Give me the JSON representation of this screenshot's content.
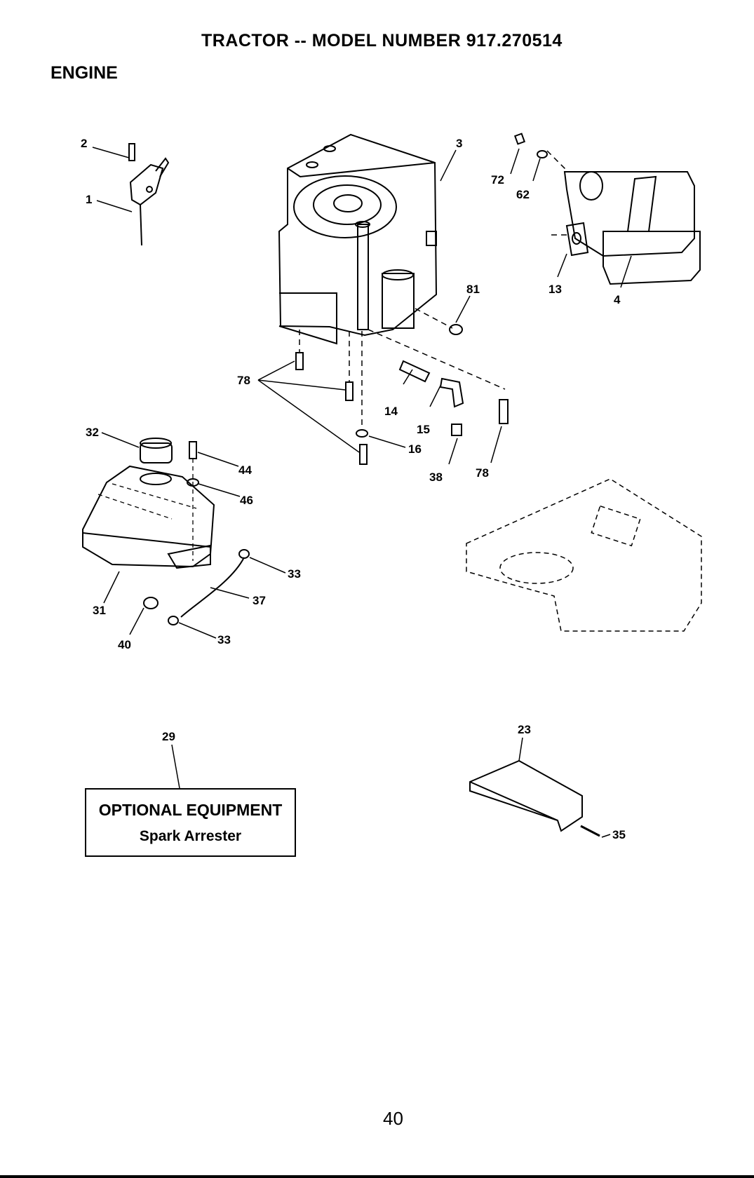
{
  "header": {
    "title": "TRACTOR -- MODEL NUMBER 917.270514",
    "section": "ENGINE"
  },
  "callouts": [
    {
      "id": "c2",
      "label": "2"
    },
    {
      "id": "c1",
      "label": "1"
    },
    {
      "id": "c3",
      "label": "3"
    },
    {
      "id": "c72",
      "label": "72"
    },
    {
      "id": "c62",
      "label": "62"
    },
    {
      "id": "c81",
      "label": "81"
    },
    {
      "id": "c13",
      "label": "13"
    },
    {
      "id": "c4",
      "label": "4"
    },
    {
      "id": "c78a",
      "label": "78"
    },
    {
      "id": "c14",
      "label": "14"
    },
    {
      "id": "c15",
      "label": "15"
    },
    {
      "id": "c16",
      "label": "16"
    },
    {
      "id": "c38",
      "label": "38"
    },
    {
      "id": "c78b",
      "label": "78"
    },
    {
      "id": "c32",
      "label": "32"
    },
    {
      "id": "c44",
      "label": "44"
    },
    {
      "id": "c46",
      "label": "46"
    },
    {
      "id": "c33a",
      "label": "33"
    },
    {
      "id": "c37",
      "label": "37"
    },
    {
      "id": "c31",
      "label": "31"
    },
    {
      "id": "c40",
      "label": "40"
    },
    {
      "id": "c33b",
      "label": "33"
    },
    {
      "id": "c29",
      "label": "29"
    },
    {
      "id": "c23",
      "label": "23"
    },
    {
      "id": "c35",
      "label": "35"
    }
  ],
  "optional_equipment": {
    "title": "OPTIONAL EQUIPMENT",
    "item": "Spark Arrester"
  },
  "page_number": "40"
}
